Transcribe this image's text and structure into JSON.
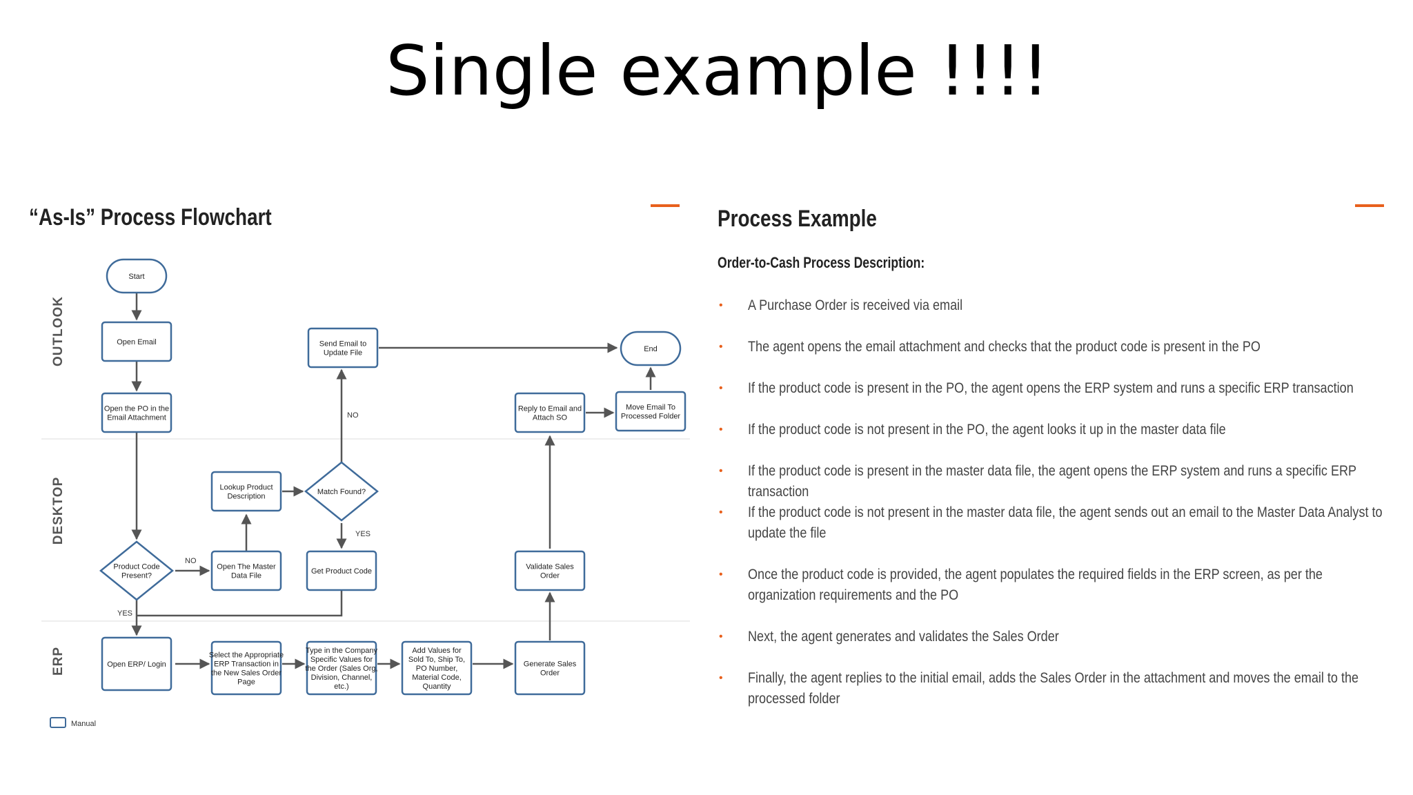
{
  "slide": {
    "title": "Single example !!!!"
  },
  "flowchart": {
    "heading": "“As-Is” Process Flowchart",
    "lanes": {
      "outlook": "OUTLOOK",
      "desktop": "DESKTOP",
      "erp": "ERP"
    },
    "nodes": {
      "start": [
        "Start"
      ],
      "open_email": [
        "Open Email"
      ],
      "open_po": [
        "Open the PO in the",
        "Email Attachment"
      ],
      "product_code_present": [
        "Product Code",
        "Present?"
      ],
      "open_master": [
        "Open The Master",
        "Data File"
      ],
      "lookup": [
        "Lookup Product",
        "Description"
      ],
      "match_found": [
        "Match Found?"
      ],
      "send_email": [
        "Send Email to",
        "Update File"
      ],
      "get_code": [
        "Get Product Code"
      ],
      "open_erp": [
        "Open ERP/ Login"
      ],
      "select_txn": [
        "Select the Appropriate",
        "ERP Transaction in",
        "the New Sales Order",
        "Page"
      ],
      "type_values": [
        "Type in the Company",
        "Specific Values for",
        "the Order (Sales Org,",
        "Division, Channel,",
        "etc.)"
      ],
      "add_values": [
        "Add Values for",
        "Sold To, Ship To,",
        "PO Number,",
        "Material Code,",
        "Quantity"
      ],
      "generate_so": [
        "Generate Sales",
        "Order"
      ],
      "validate_so": [
        "Validate Sales",
        "Order"
      ],
      "reply_email": [
        "Reply to Email and",
        "Attach SO"
      ],
      "move_email": [
        "Move Email To",
        "Processed Folder"
      ],
      "end": [
        "End"
      ]
    },
    "edge_labels": {
      "no1": "NO",
      "no2": "NO",
      "yes1": "YES",
      "yes2": "YES"
    },
    "legend": {
      "manual": "Manual"
    },
    "colors": {
      "box_stroke": "#3f6b9a",
      "accent": "#e8601c"
    }
  },
  "example": {
    "heading": "Process Example",
    "subtitle": "Order-to-Cash Process Description:",
    "bullets": [
      "A Purchase Order is received via email",
      "The agent opens the email attachment and checks that the product code is present in the PO",
      "If the product code is present in the PO, the agent opens the ERP system and runs a specific ERP transaction",
      "If the product code is not present in the PO, the agent looks it up in the master data file",
      "If the product code is present in the master data file, the agent opens the ERP system and runs a specific ERP transaction",
      "If the product code is not present in the master data file, the agent sends out an email to the Master Data Analyst to update the file",
      "Once the product code is provided, the agent populates the required fields in the ERP screen, as per the organization requirements and the PO",
      "Next, the agent generates and validates the Sales Order",
      "Finally, the agent replies to the initial email, adds the Sales Order in the attachment and moves the email to the processed folder"
    ]
  }
}
